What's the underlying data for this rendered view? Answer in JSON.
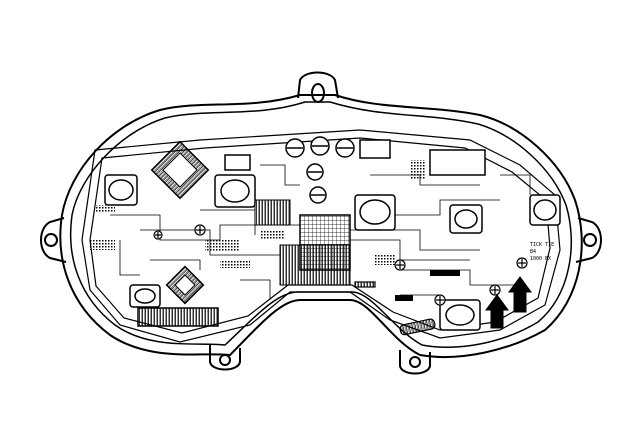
{
  "figure": {
    "board_label_lines": [
      "TICK TIE",
      "B4",
      "1000 BX"
    ]
  },
  "colors": {
    "ink": "#000000",
    "paper": "#ffffff"
  }
}
